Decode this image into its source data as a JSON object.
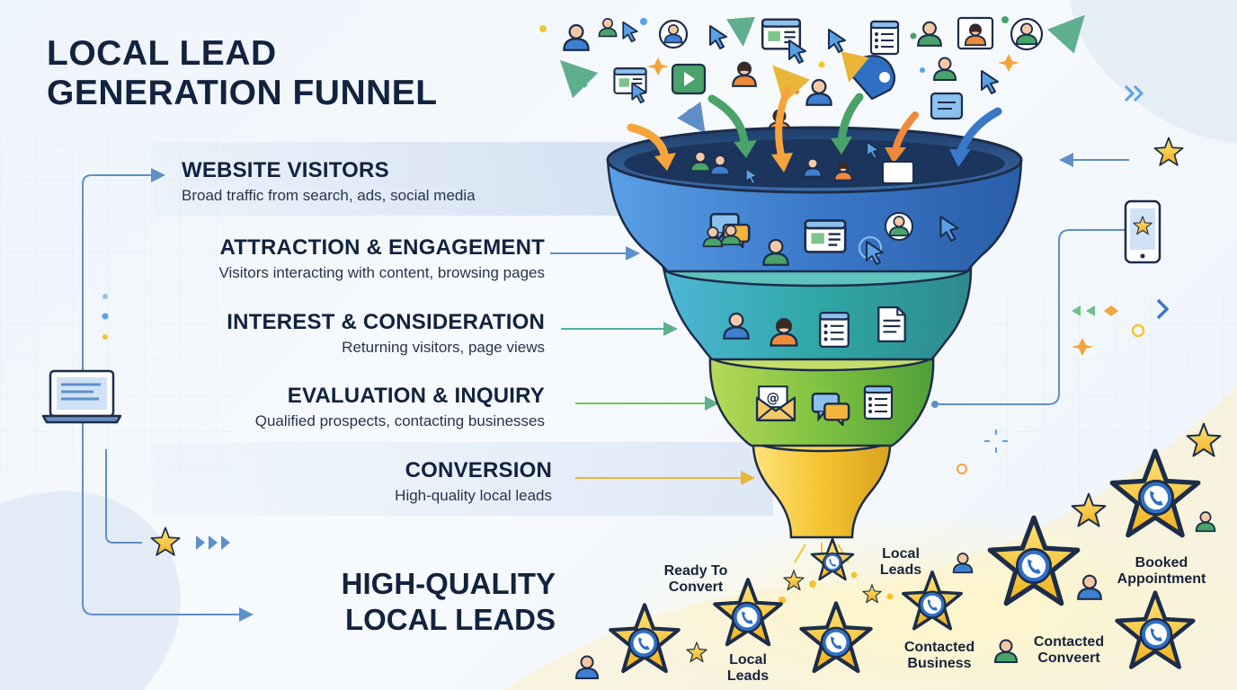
{
  "title": {
    "line1": "LOCAL LEAD",
    "line2": "GENERATION FUNNEL"
  },
  "stages": [
    {
      "heading": "WEBSITE VISITORS",
      "description": "Broad traffic from search, ads, social media",
      "color": "#3f7fd0"
    },
    {
      "heading": "ATTRACTION & ENGAGEMENT",
      "description": "Visitors interacting with content, browsing pages",
      "color": "#3a82d6"
    },
    {
      "heading": "INTEREST & CONSIDERATION",
      "description": "Returning visitors, page views",
      "color": "#2fa7a6"
    },
    {
      "heading": "EVALUATION & INQUIRY",
      "description": "Qualified prospects, contacting businesses",
      "color": "#79bf3a"
    },
    {
      "heading": "CONVERSION",
      "description": "High-quality local leads",
      "color": "#f2c12e"
    }
  ],
  "result": {
    "line1": "HIGH-QUALITY",
    "line2": "LOCAL LEADS"
  },
  "lead_labels": [
    {
      "line1": "Ready To",
      "line2": "Convert"
    },
    {
      "line1": "Local",
      "line2": "Leads"
    },
    {
      "line1": "Local",
      "line2": "Leads"
    },
    {
      "line1": "Contacted",
      "line2": "Business"
    },
    {
      "line1": "Contacted",
      "line2": "Conveert"
    },
    {
      "line1": "Booked",
      "line2": "Appointment"
    }
  ],
  "icons": {
    "person": "person-icon",
    "cursor": "cursor-icon",
    "browser": "browser-window-icon",
    "chat": "chat-bubble-icon",
    "email": "email-icon",
    "document": "document-icon",
    "phone": "phone-icon",
    "laptop": "laptop-icon",
    "mobile": "mobile-phone-icon",
    "star": "star-icon",
    "play": "video-play-icon"
  },
  "colors": {
    "funnel_top": "#3b78c9",
    "funnel_mid": "#2fa7a6",
    "funnel_green": "#7fc241",
    "funnel_yellow": "#f4c430",
    "star": "#f6c533",
    "text_dark": "#12233f"
  }
}
